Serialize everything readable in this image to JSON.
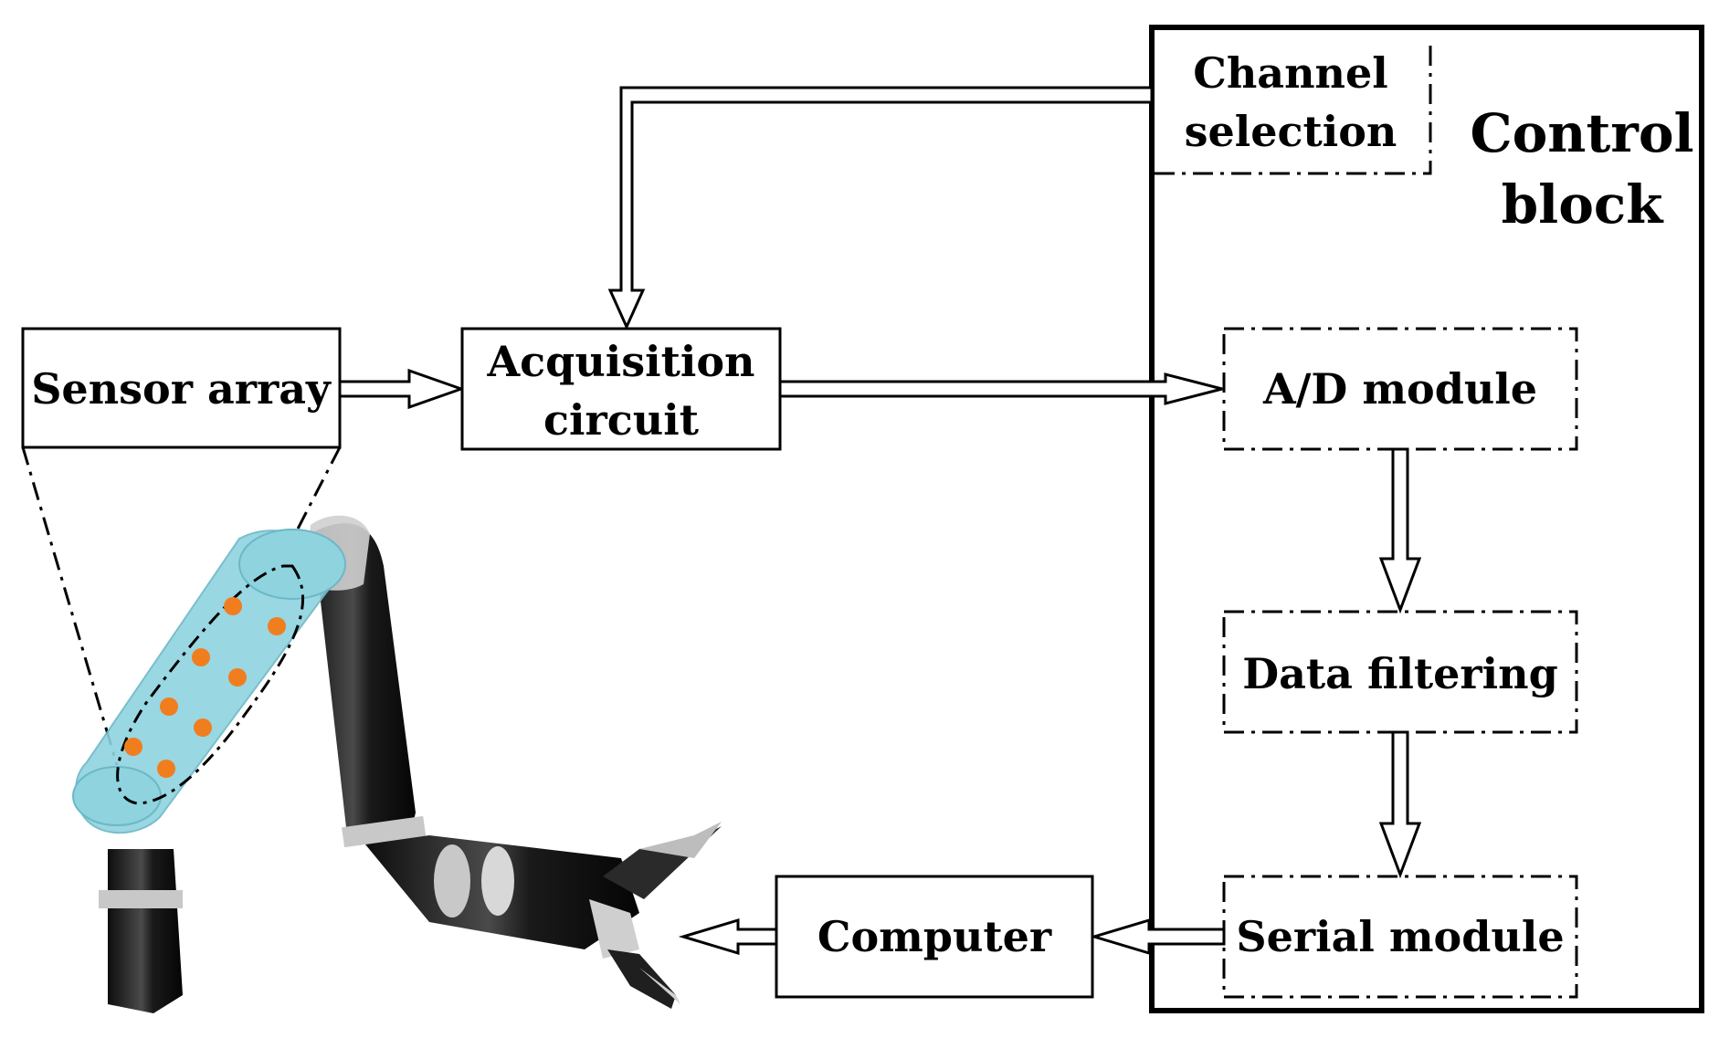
{
  "control_block": {
    "line1": "Control",
    "line2": "block"
  },
  "channel_selection": {
    "line1": "Channel",
    "line2": "selection"
  },
  "sensor_array": {
    "label": "Sensor array"
  },
  "acquisition_circuit": {
    "line1": "Acquisition",
    "line2": "circuit"
  },
  "ad_module": {
    "label": "A/D module"
  },
  "data_filtering": {
    "label": "Data filtering"
  },
  "serial_module": {
    "label": "Serial module"
  },
  "computer": {
    "label": "Computer"
  },
  "colors": {
    "sensor_dot": "#f07e1f",
    "sleeve": "#8fd3df",
    "robot_arm": "#1c1c1c"
  }
}
